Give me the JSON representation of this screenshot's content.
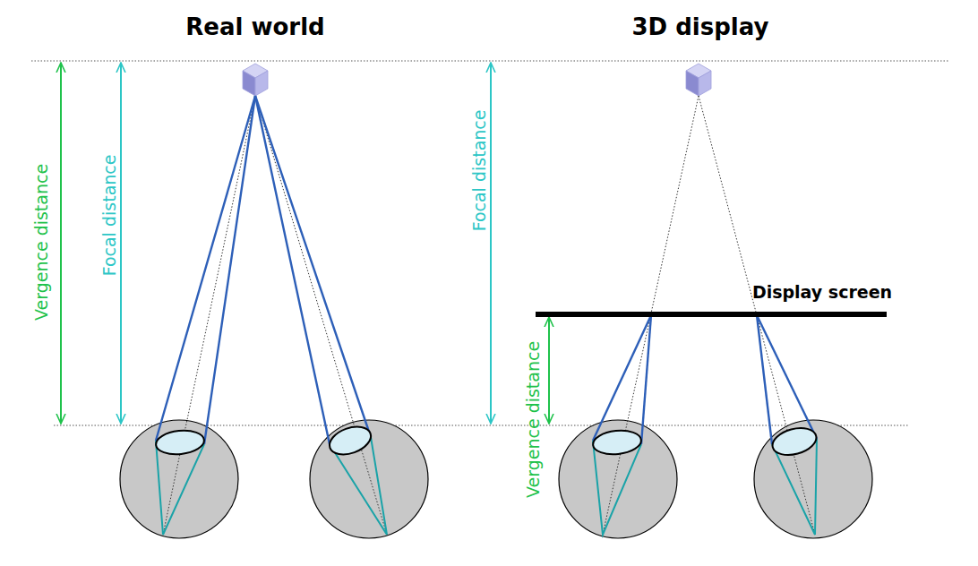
{
  "diagram": {
    "labels": [
      "Real world",
      "3D display",
      "Vergence distance",
      "Focal distance",
      "Focal distance",
      "Display screen",
      "Vergence distance"
    ]
  }
}
